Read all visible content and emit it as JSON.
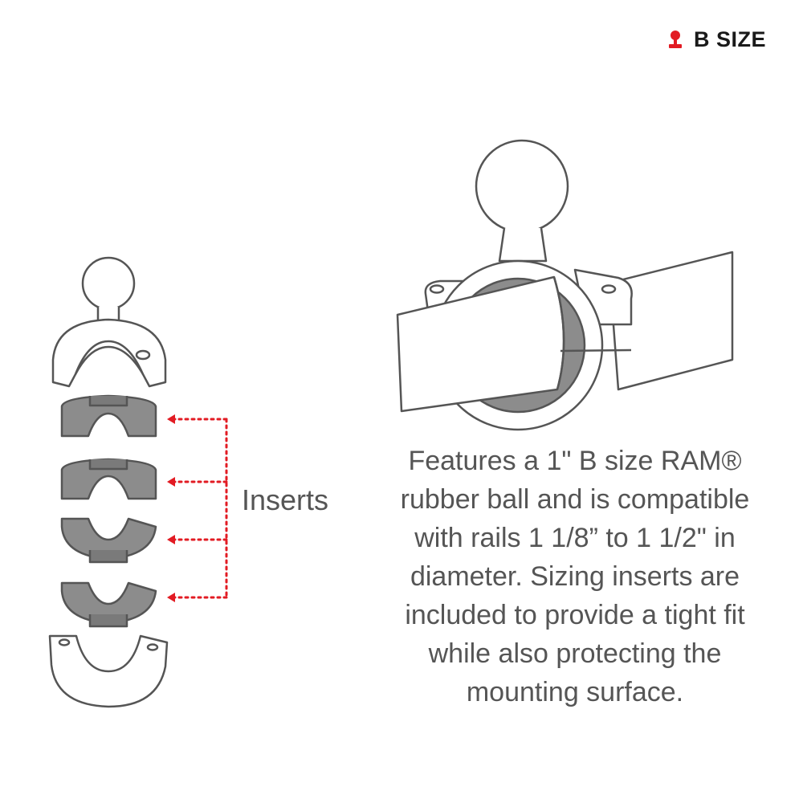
{
  "badge": {
    "text": "B SIZE",
    "icon": "ball-mount-icon",
    "color": "#e21b23"
  },
  "inserts_label": "Inserts",
  "description": {
    "lines": [
      "Features a 1\" B size RAM®",
      "rubber ball and is compatible",
      "with rails 1 1/8” to 1 1/2\" in",
      "diameter. Sizing inserts are",
      "included to provide a tight fit",
      "while also protecting the",
      "mounting surface."
    ]
  },
  "colors": {
    "accent": "#e21b23",
    "insert_gray": "#8c8c8c",
    "outline": "#555555"
  }
}
